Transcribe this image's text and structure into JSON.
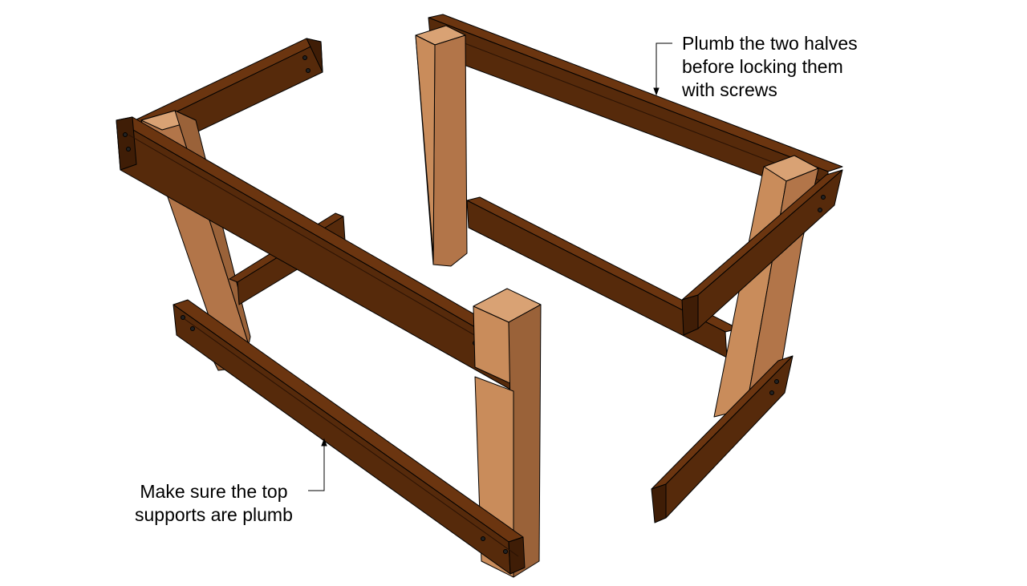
{
  "annotations": {
    "top": {
      "lines": [
        "Plumb the two halves",
        "before locking them",
        "with screws"
      ]
    },
    "bottom": {
      "lines": [
        "Make sure the top",
        "supports are plumb"
      ]
    }
  },
  "colors": {
    "beam_dark": "#562a0b",
    "beam_mid": "#6b3510",
    "beam_face": "#3f1d06",
    "post_light": "#c98c5b",
    "post_mid": "#b27549",
    "post_shade": "#9a6239",
    "post_top": "#d9a274",
    "outline": "#000000",
    "background": "#ffffff"
  }
}
